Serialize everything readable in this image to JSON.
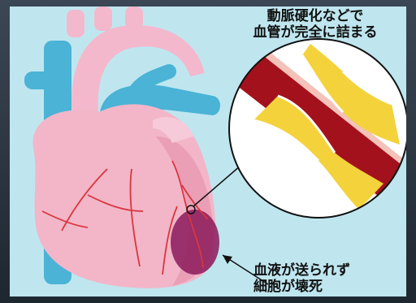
{
  "slide": {
    "caption_top": {
      "line1": "動脈硬化などで",
      "line2": "血管が完全に詰まる"
    },
    "caption_bottom": {
      "line1": "血液が送られず",
      "line2": "細胞が壊死"
    }
  },
  "colors": {
    "background": "#bfe6ef",
    "heart": "#f2b6c8",
    "heart_shadow": "#e48fac",
    "vessels": "#4ab3d6",
    "coronary_artery": "#d9363e",
    "infarct": "#8b1a5c",
    "artery_wall": "#f3c2b9",
    "blood": "#a3121c",
    "plaque": "#f4d23c",
    "callout_line": "#111111"
  }
}
